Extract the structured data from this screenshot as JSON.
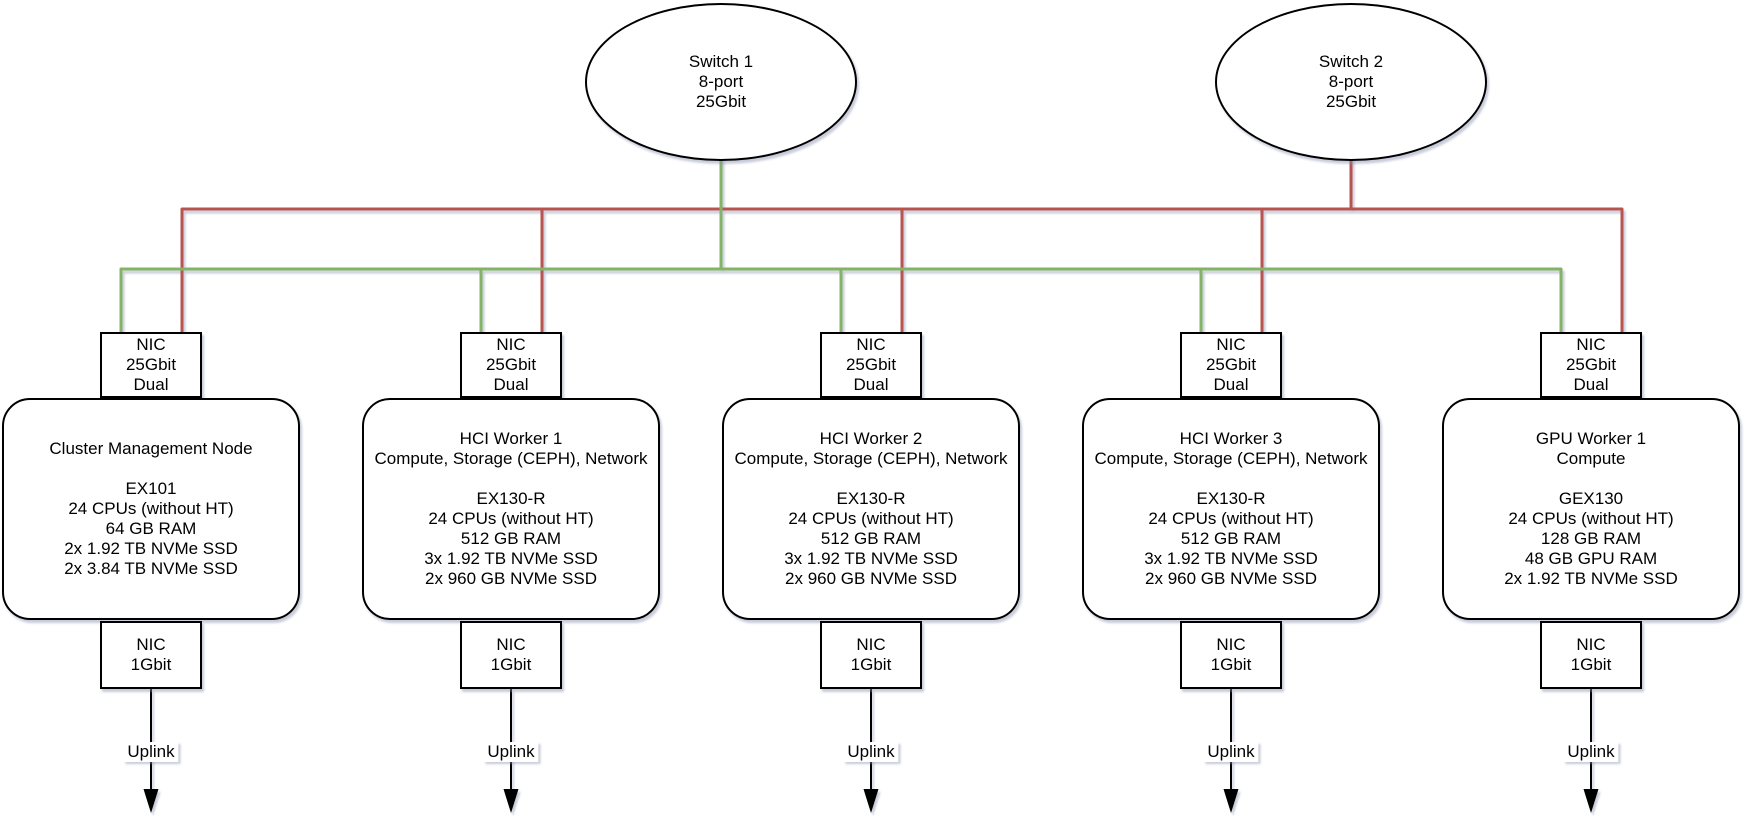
{
  "diagram": {
    "type": "network-topology",
    "colors": {
      "switch1_link_green": "#82b366",
      "switch2_link_red": "#b85450",
      "shape_outline": "#000000",
      "shape_fill": "#ffffff",
      "arrow_black": "#000000"
    },
    "switches": [
      {
        "id": "switch-1",
        "label_lines": [
          "Switch 1",
          "8-port",
          "25Gbit"
        ]
      },
      {
        "id": "switch-2",
        "label_lines": [
          "Switch 2",
          "8-port",
          "25Gbit"
        ]
      }
    ],
    "nodes": [
      {
        "id": "cluster-management-node",
        "title_lines": [
          "Cluster Management Node"
        ],
        "spec_lines": [
          "EX101",
          "24 CPUs (without HT)",
          "64 GB RAM",
          "2x 1.92 TB NVMe SSD",
          "2x 3.84 TB NVMe SSD"
        ],
        "nic_top_lines": [
          "NIC",
          "25Gbit",
          "Dual"
        ],
        "nic_bottom_lines": [
          "NIC",
          "1Gbit"
        ],
        "uplink_label": "Uplink"
      },
      {
        "id": "hci-worker-1",
        "title_lines": [
          "HCI Worker 1",
          "Compute, Storage (CEPH), Network"
        ],
        "spec_lines": [
          "EX130-R",
          "24 CPUs (without HT)",
          "512 GB RAM",
          "3x 1.92 TB NVMe SSD",
          "2x 960 GB NVMe SSD"
        ],
        "nic_top_lines": [
          "NIC",
          "25Gbit",
          "Dual"
        ],
        "nic_bottom_lines": [
          "NIC",
          "1Gbit"
        ],
        "uplink_label": "Uplink"
      },
      {
        "id": "hci-worker-2",
        "title_lines": [
          "HCI Worker 2",
          "Compute, Storage (CEPH), Network"
        ],
        "spec_lines": [
          "EX130-R",
          "24 CPUs (without HT)",
          "512 GB RAM",
          "3x 1.92 TB NVMe SSD",
          "2x 960 GB NVMe SSD"
        ],
        "nic_top_lines": [
          "NIC",
          "25Gbit",
          "Dual"
        ],
        "nic_bottom_lines": [
          "NIC",
          "1Gbit"
        ],
        "uplink_label": "Uplink"
      },
      {
        "id": "hci-worker-3",
        "title_lines": [
          "HCI Worker 3",
          "Compute, Storage (CEPH), Network"
        ],
        "spec_lines": [
          "EX130-R",
          "24 CPUs (without HT)",
          "512 GB RAM",
          "3x 1.92 TB NVMe SSD",
          "2x 960 GB NVMe SSD"
        ],
        "nic_top_lines": [
          "NIC",
          "25Gbit",
          "Dual"
        ],
        "nic_bottom_lines": [
          "NIC",
          "1Gbit"
        ],
        "uplink_label": "Uplink"
      },
      {
        "id": "gpu-worker-1",
        "title_lines": [
          "GPU Worker 1",
          "Compute"
        ],
        "spec_lines": [
          "GEX130",
          "24 CPUs (without HT)",
          "128 GB RAM",
          "48 GB GPU RAM",
          "2x 1.92 TB NVMe SSD"
        ],
        "nic_top_lines": [
          "NIC",
          "25Gbit",
          "Dual"
        ],
        "nic_bottom_lines": [
          "NIC",
          "1Gbit"
        ],
        "uplink_label": "Uplink"
      }
    ],
    "links": [
      {
        "source": "switch-1",
        "targets": [
          "cluster-management-node",
          "hci-worker-1",
          "hci-worker-2",
          "hci-worker-3",
          "gpu-worker-1"
        ],
        "via": "NIC 25Gbit Dual",
        "color_hex": "#82b366"
      },
      {
        "source": "switch-2",
        "targets": [
          "cluster-management-node",
          "hci-worker-1",
          "hci-worker-2",
          "hci-worker-3",
          "gpu-worker-1"
        ],
        "via": "NIC 25Gbit Dual",
        "color_hex": "#b85450"
      },
      {
        "source": "each node NIC 1Gbit",
        "targets": [
          "Uplink"
        ],
        "via": "arrow",
        "color_hex": "#000000"
      }
    ]
  }
}
